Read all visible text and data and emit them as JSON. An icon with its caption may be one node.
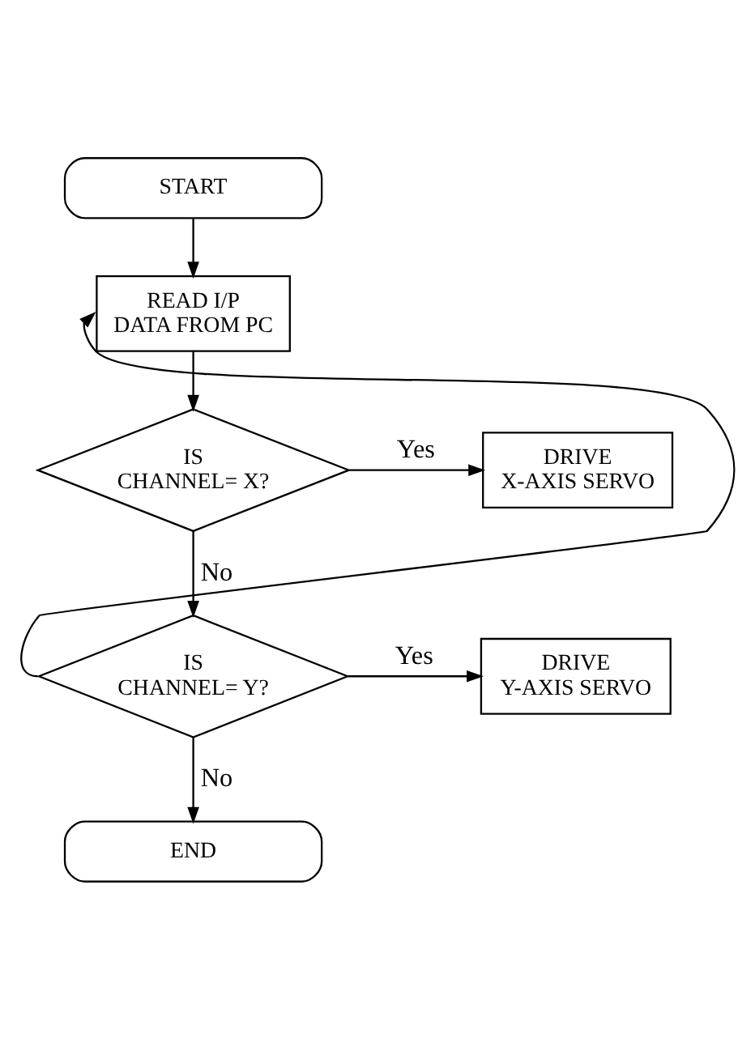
{
  "diagram": {
    "nodes": [
      {
        "text": [
          "START"
        ]
      },
      {
        "text": [
          "READ I/P DATA FROM PC"
        ]
      },
      {
        "text": [
          "IS CHANNEL= X?"
        ]
      },
      {
        "text": [
          "DRIVE X-AXIS SERVO"
        ]
      },
      {
        "text": [
          "IS CHANNEL= Y?"
        ]
      },
      {
        "text": [
          "DRIVE Y-AXIS SERVO"
        ]
      },
      {
        "text": [
          "END"
        ]
      }
    ],
    "edges": [
      {
        "from": 0,
        "to": 1,
        "arrow": "to"
      },
      {
        "from": 1,
        "to": 2,
        "arrow": "to"
      },
      {
        "from": 2,
        "to": 3,
        "arrow": "to",
        "label": "Yes"
      },
      {
        "from": 2,
        "to": 4,
        "arrow": "to",
        "label": "No"
      },
      {
        "from": 4,
        "to": 5,
        "arrow": "to",
        "label": "Yes"
      },
      {
        "from": 4,
        "to": 6,
        "arrow": "to",
        "label": "No"
      },
      {
        "from": 4,
        "to": 1,
        "arrow": "to"
      }
    ]
  }
}
